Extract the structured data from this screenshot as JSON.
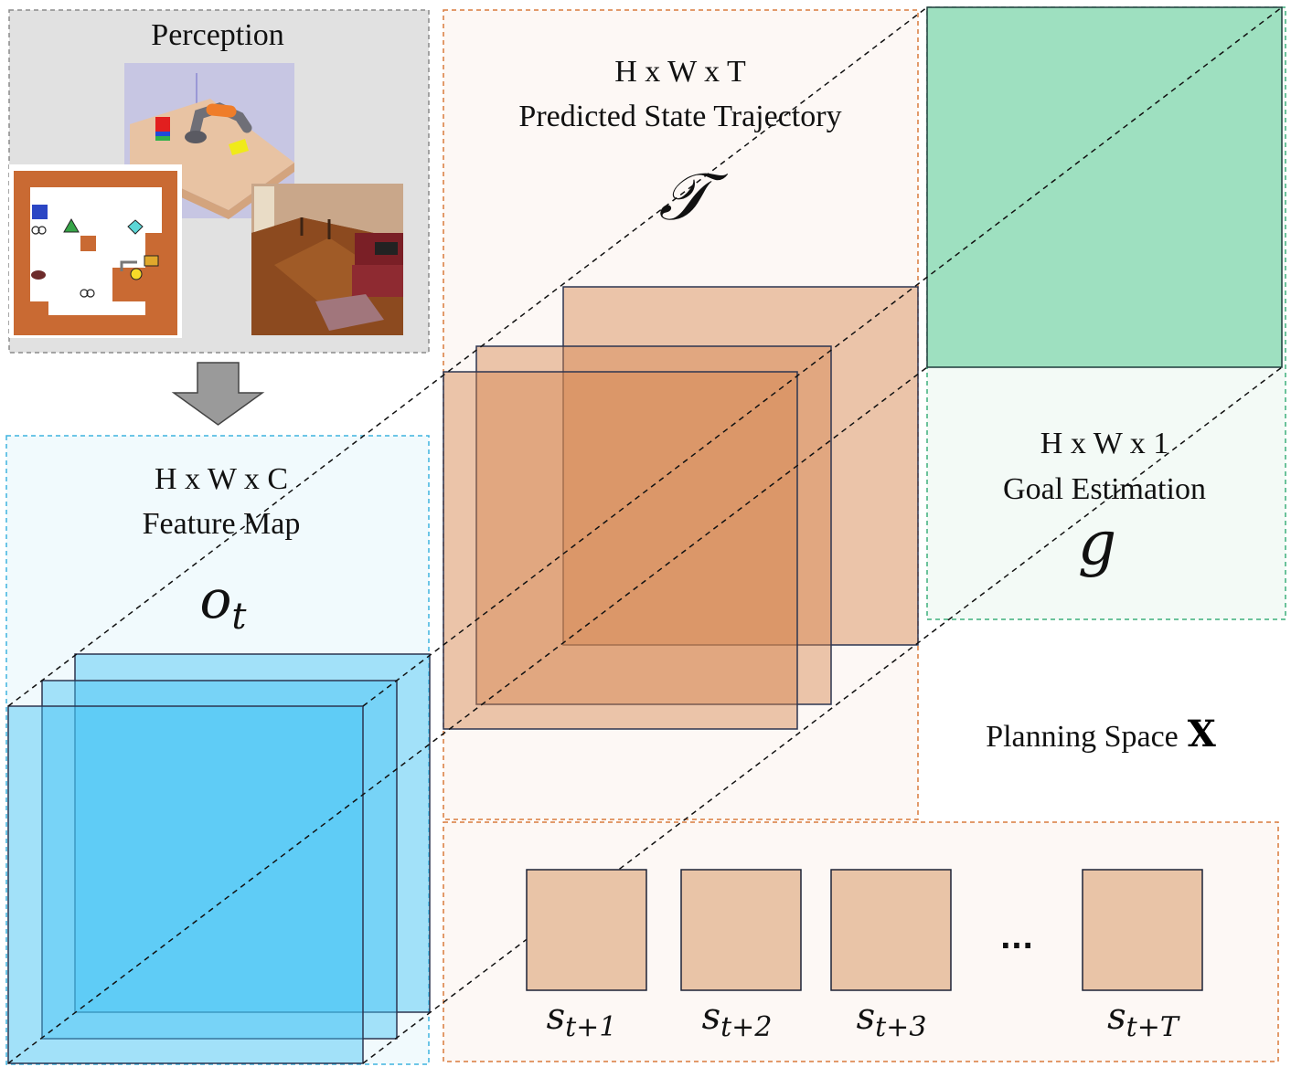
{
  "perception": {
    "title": "Perception"
  },
  "feature_map": {
    "dims": "H x W x C",
    "name": "Feature Map",
    "symbol": "o",
    "subscript": "t"
  },
  "trajectory": {
    "dims": "H x W x T",
    "name": "Predicted  State Trajectory",
    "symbol": "𝒯"
  },
  "goal": {
    "dims": "H x W x 1",
    "name": "Goal Estimation",
    "symbol": "g"
  },
  "planning": {
    "label": "Planning Space",
    "symbol": "X"
  },
  "states": {
    "items": [
      {
        "base": "s",
        "sub": "t+1"
      },
      {
        "base": "s",
        "sub": "t+2"
      },
      {
        "base": "s",
        "sub": "t+3"
      },
      {
        "base": "s",
        "sub": "t+T"
      }
    ],
    "ellipsis": "..."
  },
  "colors": {
    "feature_blue": "#43c3f4",
    "feature_light": "#a8e2fb",
    "trajectory_orange": "#d4864e",
    "trajectory_light": "#e9c4a7",
    "goal_green": "#9ee0c0",
    "perception_bg": "#e1e1e1",
    "brick": "#c96a33"
  }
}
